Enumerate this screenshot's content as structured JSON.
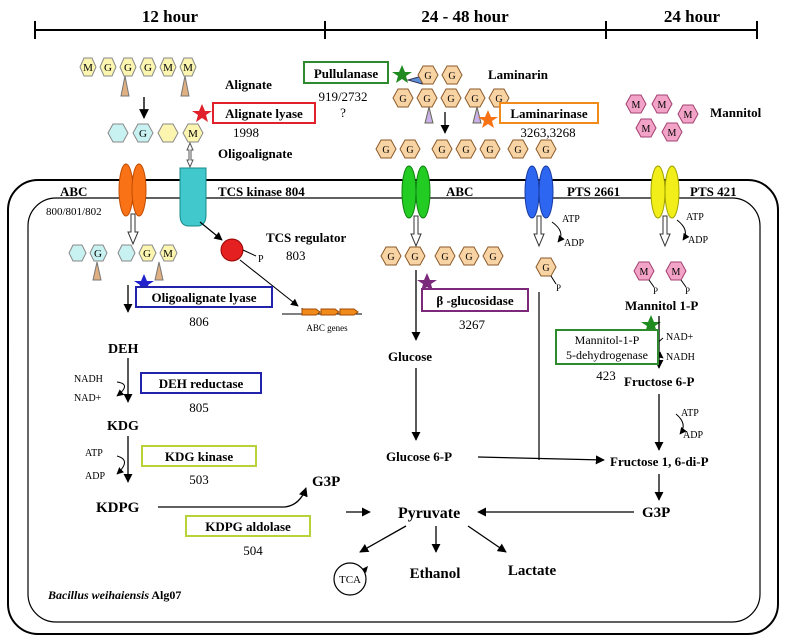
{
  "timeline": {
    "t12": "12 hour",
    "t2448": "24 - 48 hour",
    "t24": "24 hour"
  },
  "substrates": {
    "alignate": "Alignate",
    "oligoalignate": "Oligoalignate",
    "laminarin": "Laminarin",
    "mannitol": "Mannitol"
  },
  "sugar_letters": {
    "m": "M",
    "g": "G"
  },
  "transporters": {
    "abc_left": "ABC",
    "abc_left_ids": "800/801/802",
    "tcs_kinase": "TCS kinase 804",
    "abc_mid": "ABC",
    "pts_mid": "PTS 2661",
    "pts_right": "PTS 421",
    "tcs_regulator": "TCS regulator",
    "tcs_regulator_id": "803",
    "abc_genes": "ABC genes",
    "p": "P"
  },
  "enzymes": {
    "alignate_lyase": "Alignate lyase",
    "alignate_lyase_id": "1998",
    "pullulanase": "Pullulanase",
    "pullulanase_id": "919/2732",
    "pullulanase_q": "?",
    "laminarinase": "Laminarinase",
    "laminarinase_id": "3263,3268",
    "oligoalignate_lyase": "Oligoalignate lyase",
    "oligoalignate_lyase_id": "806",
    "deh_reductase": "DEH reductase",
    "deh_reductase_id": "805",
    "kdg_kinase": "KDG kinase",
    "kdg_kinase_id": "503",
    "kdpg_aldolase": "KDPG aldolase",
    "kdpg_aldolase_id": "504",
    "beta_glucosidase": "β -glucosidase",
    "beta_glucosidase_id": "3267",
    "m1p_dh_line1": "Mannitol-1-P",
    "m1p_dh_line2": "5-dehydrogenase",
    "m1p_dh_id": "423"
  },
  "metabolites": {
    "deh": "DEH",
    "kdg": "KDG",
    "kdpg": "KDPG",
    "g3p_left": "G3P",
    "glucose": "Glucose",
    "glucose6p": "Glucose 6-P",
    "mannitol1p": "Mannitol 1-P",
    "fructose6p": "Fructose 6-P",
    "fructose16": "Fructose 1, 6-di-P",
    "g3p_right": "G3P",
    "pyruvate": "Pyruvate",
    "tca": "TCA",
    "ethanol": "Ethanol",
    "lactate": "Lactate"
  },
  "cofactors": {
    "nadh": "NADH",
    "nadp": "NAD+",
    "atp": "ATP",
    "adp": "ADP"
  },
  "organism": {
    "species": "Bacillus weihaiensis",
    "strain": " Alg07"
  },
  "colors": {
    "m_fill": "#fbf5b0",
    "g_fill": "#f8d3a4",
    "g_blue": "#c8f1f1",
    "mannitol": "#f2a3c7",
    "orange": "#f97316",
    "cyan": "#40c8cc",
    "green": "#22cc22",
    "blue": "#2d66f0",
    "yellow": "#f1ee1a",
    "red_box": "#e0202a",
    "green_box": "#2d8a2d",
    "orange_box": "#f08a1a",
    "blue_box": "#2222aa",
    "purple_box": "#7b2a7b",
    "lime_box": "#b8d23a"
  }
}
